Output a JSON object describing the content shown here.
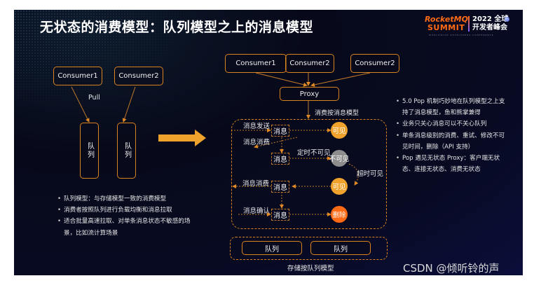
{
  "title": "无状态的消费模型：队列模型之上的消息模型",
  "logo": {
    "brand_line1": "RocketMQ",
    "brand_line2": "SUMMIT",
    "event_line1": "2022 全球",
    "event_line2": "开发者峰会",
    "tagline": "WORLDWIDE DEVELOPERS CONFERENCE"
  },
  "left_diagram": {
    "consumers": [
      "Consumer1",
      "Consumer2"
    ],
    "pull_label": "Pull",
    "queues": [
      "队列",
      "队列"
    ]
  },
  "left_bullets": [
    "队列模型：与存储模型一致的消费模型",
    "消费者按照队列进行负载均衡和消息拉取",
    "适合批量高速拉取、对单条消息状态不敏感的场景，比如流计算场景"
  ],
  "right_diagram": {
    "consumers": [
      "Consumer1",
      "Consumer2",
      "Consumer2"
    ],
    "proxy": "Proxy",
    "consume_model_label": "消费按消息模型",
    "message_label": "消息",
    "send_label": "消息发送",
    "consume_label_1": "消息消费",
    "consume_label_2": "消息消费",
    "ack_label": "消息确认",
    "timed_invisible_label": "定时不可见",
    "timeout_visible_label": "超时可见",
    "states": {
      "visible_1": "可见",
      "invisible": "不可见",
      "visible_2": "可见",
      "deleted": "删除"
    },
    "storage_queues": [
      "队列",
      "队列"
    ],
    "storage_model_label": "存储按队列模型"
  },
  "right_bullets": [
    "5.0 Pop 机制巧妙地在队列模型之上支持了消息模型，鱼和熊掌兼得",
    "业务只关心消息可以不关心队列",
    "单条消息级别的消费、重试、修改不可见时间，删除（API 支持）",
    "Pop 遇见无状态 Proxy：客户端无状态、连接无状态、消费无状态"
  ],
  "colors": {
    "accent_orange": "#d9831f",
    "visible_yellow": "#f0a32c",
    "invisible_gray": "#8d8d8d",
    "delete_orange": "#ff6a14"
  },
  "watermark": "CSDN @倾听铃的声"
}
